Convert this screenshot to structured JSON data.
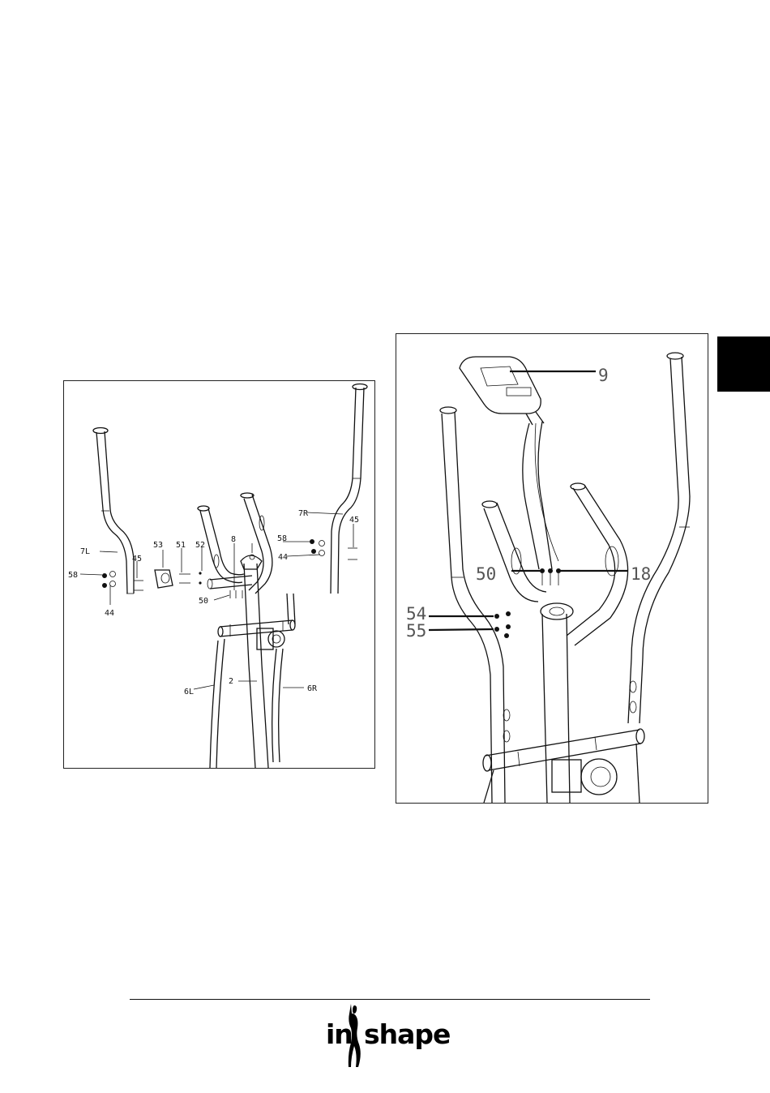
{
  "page": {
    "section_tab": ""
  },
  "figure_left": {
    "labels": {
      "handlebar_left": "7L",
      "handlebar_right": "7R",
      "part_53": "53",
      "part_51": "51",
      "part_52": "52",
      "part_8": "8",
      "part_45_left": "45",
      "part_45_right": "45",
      "part_58_left": "58",
      "part_58_right": "58",
      "part_44_left": "44",
      "part_44_right": "44",
      "part_50": "50",
      "part_2": "2",
      "part_6L": "6L",
      "part_6R": "6R"
    }
  },
  "figure_right": {
    "labels": {
      "console": "9",
      "part_50": "50",
      "part_18": "18",
      "part_54": "54",
      "part_55": "55"
    }
  },
  "footer": {
    "logo_left": "in",
    "logo_right": "shape",
    "logo_name": "inshape-logo"
  }
}
